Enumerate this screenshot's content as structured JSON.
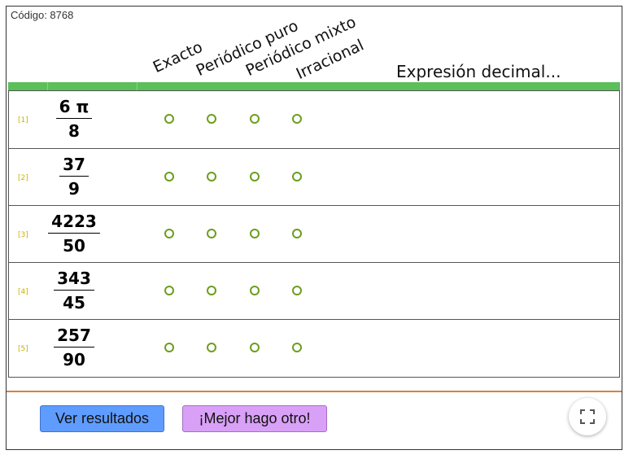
{
  "header": {
    "code_label": "Código: 8768",
    "columns": [
      "Exacto",
      "Periódico puro",
      "Periódico mixto",
      "Irracional"
    ],
    "expression_label": "Expresión decimal..."
  },
  "rows": [
    {
      "index": "[1]",
      "numerator": "6 π",
      "denominator": "8"
    },
    {
      "index": "[2]",
      "numerator": "37",
      "denominator": "9"
    },
    {
      "index": "[3]",
      "numerator": "4223",
      "denominator": "50"
    },
    {
      "index": "[4]",
      "numerator": "343",
      "denominator": "45"
    },
    {
      "index": "[5]",
      "numerator": "257",
      "denominator": "90"
    }
  ],
  "buttons": {
    "ver": "Ver resultados",
    "otro": "¡Mejor hago otro!"
  },
  "icons": {
    "fullscreen": "fullscreen-icon"
  },
  "colors": {
    "radio": "#6b9e1e",
    "green_bar": "#5cbf5a",
    "orange_line": "#d9823c",
    "btn_ver": "#5f9cff",
    "btn_otro": "#d9a0f7",
    "index": "#c9b400"
  }
}
